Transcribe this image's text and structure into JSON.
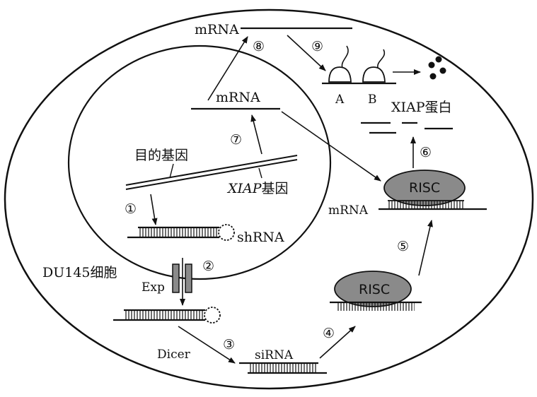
{
  "labels": {
    "cell": "DU145细胞",
    "target_gene": "目的基因",
    "xiap_gene_italic": "XIAP",
    "xiap_gene_suffix": "基因",
    "shrna": "shRNA",
    "exp": "Exp",
    "dicer": "Dicer",
    "sirna": "siRNA",
    "mrna_top": "mRNA",
    "mrna_nucleus": "mRNA",
    "mrna_risc": "mRNA",
    "risc_upper": "RISC",
    "risc_lower": "RISC",
    "ribosome_a": "A",
    "ribosome_b": "B",
    "xiap_protein": "XIAP蛋白"
  },
  "steps": [
    "①",
    "②",
    "③",
    "④",
    "⑤",
    "⑥",
    "⑦",
    "⑧",
    "⑨"
  ]
}
